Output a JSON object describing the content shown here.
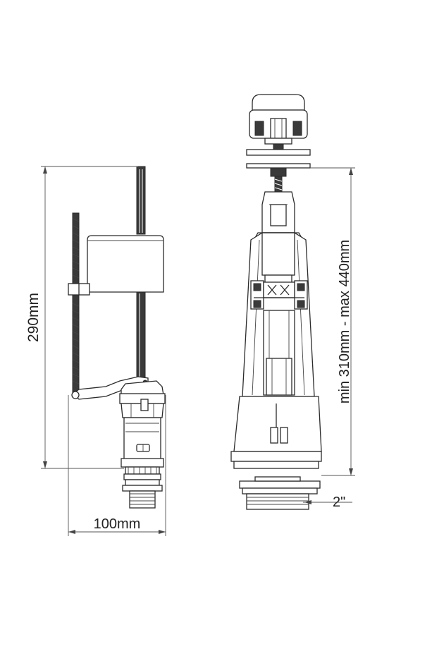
{
  "dimensions": {
    "fill_valve_height": "290mm",
    "fill_valve_width": "100mm",
    "flush_valve_height": "min 310mm - max 440mm",
    "flush_valve_thread": "2\""
  }
}
